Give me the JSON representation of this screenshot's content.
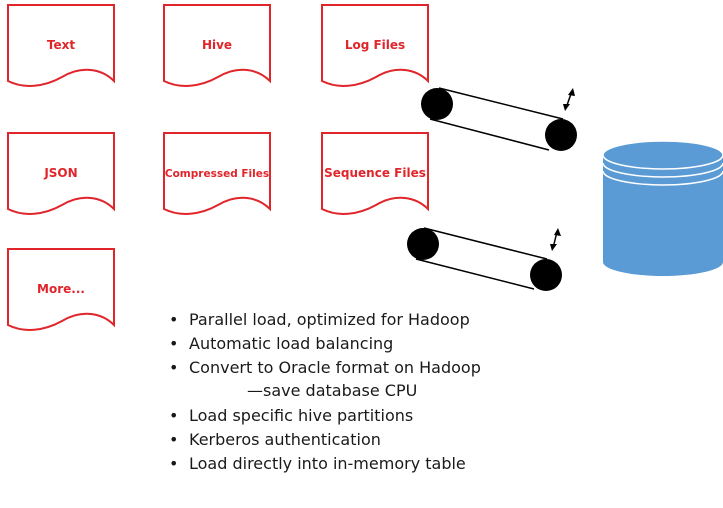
{
  "colors": {
    "doc_stroke": "#e0252b",
    "doc_text": "#e0252b",
    "pipe_stroke": "#000000",
    "cylinder_fill": "#5b9bd5",
    "cylinder_stroke": "#ffffff",
    "text": "#1a1a1a"
  },
  "documents": [
    {
      "label": "Text"
    },
    {
      "label": "Hive"
    },
    {
      "label": "Log Files"
    },
    {
      "label": "JSON"
    },
    {
      "label": "Compressed Files"
    },
    {
      "label": "Sequence Files"
    },
    {
      "label": "More..."
    }
  ],
  "icons": [
    "pipe-icon",
    "double-arrow-icon",
    "database-cylinder-icon"
  ],
  "bullets": [
    {
      "text": "Parallel load, optimized for Hadoop",
      "sub": ""
    },
    {
      "text": "Automatic load balancing",
      "sub": ""
    },
    {
      "text": "Convert to Oracle format on Hadoop",
      "sub": "—save database CPU"
    },
    {
      "text": "Load specific hive partitions",
      "sub": ""
    },
    {
      "text": "Kerberos authentication",
      "sub": ""
    },
    {
      "text": "Load directly into in-memory table",
      "sub": ""
    }
  ]
}
